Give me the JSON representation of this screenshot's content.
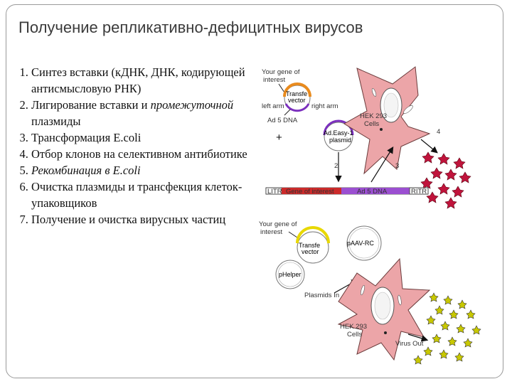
{
  "title": "Получение репликативно-дефицитных вирусов",
  "steps": [
    {
      "num": "1.",
      "text": "Синтез вставки (кДНК, ДНК, кодирующей антисмысловую РНК)"
    },
    {
      "num": "2.",
      "text_a": "Лигирование вставки и ",
      "text_b": "промежуточной",
      "text_c": " плазмиды"
    },
    {
      "num": "3.",
      "text": "Трансформация E.coli"
    },
    {
      "num": "4.",
      "text": "Отбор клонов на селективном антибиотике"
    },
    {
      "num": "5.",
      "text": "Рекомбинация в E.coli"
    },
    {
      "num": "6.",
      "text": "Очистка плазмиды и трансфекция клеток-упаковщиков"
    },
    {
      "num": "7.",
      "text": "Получение и очистка вирусных частиц"
    }
  ],
  "top_diagram": {
    "gene_label_1": "Your gene of",
    "gene_label_2": "interest",
    "transfer_1": "Transfe",
    "transfer_2": "vector",
    "left_arm": "left arm",
    "right_arm": "right arm",
    "ad5dna": "Ad 5 DNA",
    "plus": "+",
    "adeasy_1": "Ad.Easy-1",
    "adeasy_2": "plasmid",
    "cell_1": "HEK 293",
    "cell_2": "Cells",
    "step2": "2",
    "step3": "3",
    "step4": "4",
    "bar_litr": "LITR",
    "bar_gene": "Gene of interest",
    "bar_ad5": "Ad 5 DNA",
    "bar_ritr": "RITR"
  },
  "bottom_diagram": {
    "gene_label_1": "Your  gene of",
    "gene_label_2": "interest",
    "transfer_1": "Transfe",
    "transfer_2": "vector",
    "aav": "pAAV-RC",
    "helper": "pHelper",
    "plasmids_in": "Plasmids In",
    "cell_1": "HEK 293",
    "cell_2": "Cells",
    "virus_out": "Virus Out"
  },
  "colors": {
    "cell_fill": "#eca5a8",
    "cell_stroke": "#6a3b3b",
    "virus_top": "#c0143c",
    "virus_bottom": "#c8c800",
    "purple": "#7b2fbe",
    "orange": "#e98b1e",
    "yellow": "#e8d800",
    "bar_gene": "#cc2a2a",
    "bar_ad5": "#9b4fd1"
  }
}
